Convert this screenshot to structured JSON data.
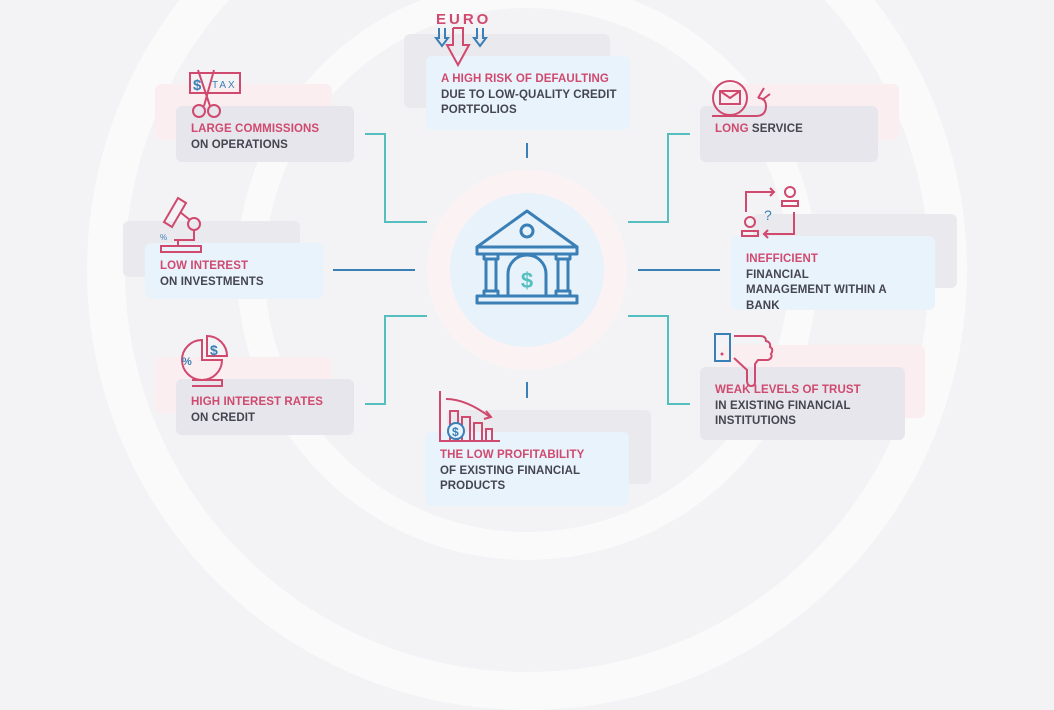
{
  "center": {
    "icon": "bank-icon"
  },
  "colors": {
    "pink": "#d0496e",
    "blue": "#3a7fb5",
    "teal": "#55bfc0",
    "text": "#45454f"
  },
  "items": [
    {
      "highlight": "A HIGH RISK OF DEFAULTING",
      "rest": "DUE TO LOW-QUALITY CREDIT PORTFOLIOS",
      "icon": "euro-down-arrows-icon",
      "icon_label": "EURO"
    },
    {
      "highlight": "LARGE COMMISSIONS",
      "rest": "ON OPERATIONS",
      "icon": "scissors-tax-icon",
      "icon_label": "TAX"
    },
    {
      "highlight": "LOW INTEREST",
      "rest": "ON INVESTMENTS",
      "icon": "microscope-icon"
    },
    {
      "highlight": "HIGH INTEREST RATES",
      "rest": "ON CREDIT",
      "icon": "percent-pie-icon"
    },
    {
      "highlight": "THE LOW PROFITABILITY",
      "rest": "OF EXISTING FINANCIAL PRODUCTS",
      "icon": "declining-chart-icon"
    },
    {
      "highlight": "LONG",
      "rest": "SERVICE",
      "icon": "snail-mail-icon"
    },
    {
      "highlight": "INEFFICIENT",
      "rest": "FINANCIAL MANAGEMENT WITHIN A BANK",
      "icon": "users-question-icon"
    },
    {
      "highlight": "WEAK LEVELS OF TRUST",
      "rest": "IN EXISTING FINANCIAL INSTITUTIONS",
      "icon": "thumbs-down-icon"
    }
  ]
}
